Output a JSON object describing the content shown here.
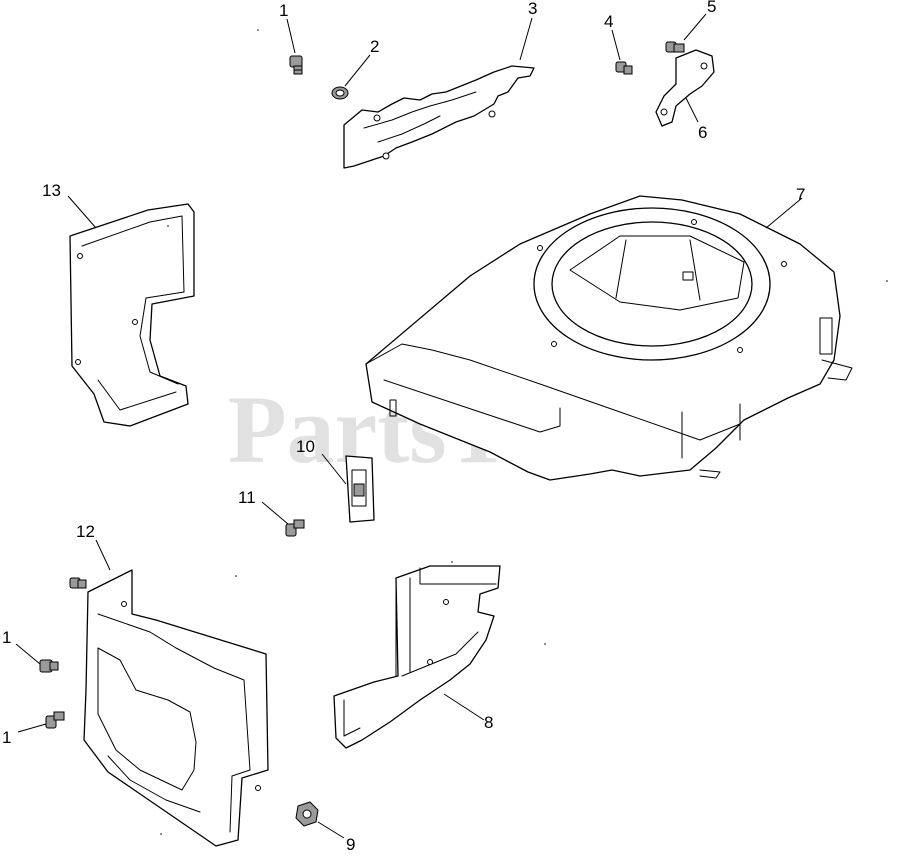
{
  "watermark": "PartsTree",
  "callouts": {
    "c1a": "1",
    "c2": "2",
    "c3": "3",
    "c4": "4",
    "c5": "5",
    "c6": "6",
    "c7": "7",
    "c8": "8",
    "c9": "9",
    "c10": "10",
    "c11": "11",
    "c12": "12",
    "c13": "13",
    "c1b": "1",
    "c1c": "1"
  }
}
